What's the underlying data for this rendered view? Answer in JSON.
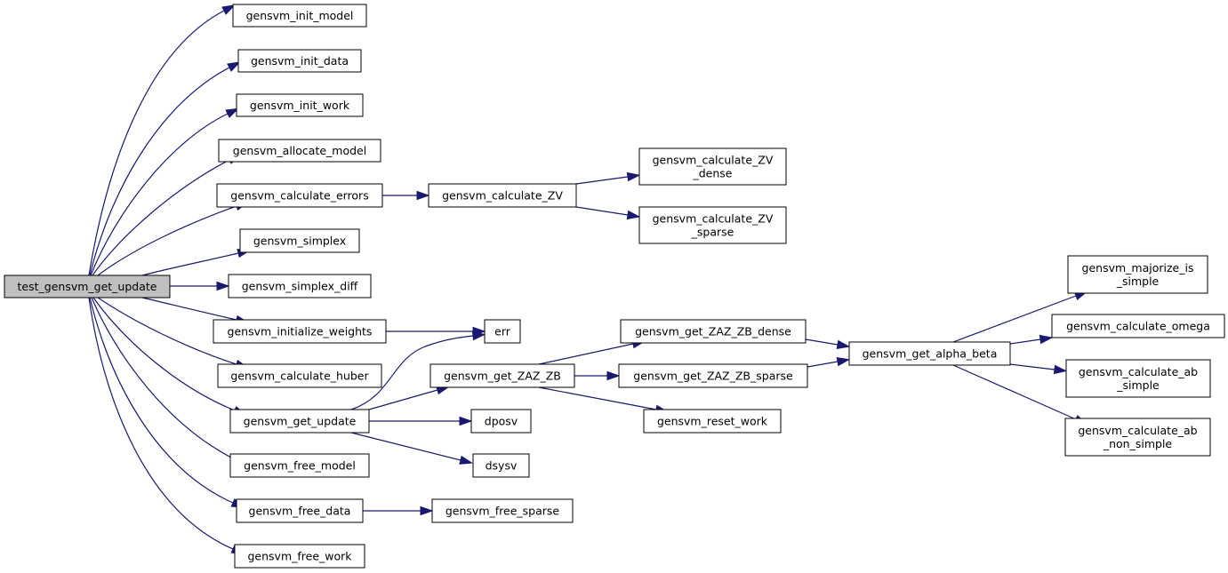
{
  "graph": {
    "edge_color": "#191970",
    "root_fill": "#bfbfbf",
    "nodes": [
      {
        "id": "test_gensvm_get_update",
        "lines": [
          "test_gensvm_get_update"
        ],
        "root": true
      },
      {
        "id": "gensvm_init_model",
        "lines": [
          "gensvm_init_model"
        ]
      },
      {
        "id": "gensvm_init_data",
        "lines": [
          "gensvm_init_data"
        ]
      },
      {
        "id": "gensvm_init_work",
        "lines": [
          "gensvm_init_work"
        ]
      },
      {
        "id": "gensvm_allocate_model",
        "lines": [
          "gensvm_allocate_model"
        ]
      },
      {
        "id": "gensvm_calculate_errors",
        "lines": [
          "gensvm_calculate_errors"
        ]
      },
      {
        "id": "gensvm_simplex",
        "lines": [
          "gensvm_simplex"
        ]
      },
      {
        "id": "gensvm_simplex_diff",
        "lines": [
          "gensvm_simplex_diff"
        ]
      },
      {
        "id": "gensvm_initialize_weights",
        "lines": [
          "gensvm_initialize_weights"
        ]
      },
      {
        "id": "gensvm_calculate_huber",
        "lines": [
          "gensvm_calculate_huber"
        ]
      },
      {
        "id": "gensvm_get_update",
        "lines": [
          "gensvm_get_update"
        ]
      },
      {
        "id": "gensvm_free_model",
        "lines": [
          "gensvm_free_model"
        ]
      },
      {
        "id": "gensvm_free_data",
        "lines": [
          "gensvm_free_data"
        ]
      },
      {
        "id": "gensvm_free_work",
        "lines": [
          "gensvm_free_work"
        ]
      },
      {
        "id": "gensvm_calculate_ZV",
        "lines": [
          "gensvm_calculate_ZV"
        ]
      },
      {
        "id": "gensvm_calculate_ZV_dense",
        "lines": [
          "gensvm_calculate_ZV",
          "_dense"
        ]
      },
      {
        "id": "gensvm_calculate_ZV_sparse",
        "lines": [
          "gensvm_calculate_ZV",
          "_sparse"
        ]
      },
      {
        "id": "err",
        "lines": [
          "err"
        ]
      },
      {
        "id": "gensvm_get_ZAZ_ZB",
        "lines": [
          "gensvm_get_ZAZ_ZB"
        ]
      },
      {
        "id": "dposv",
        "lines": [
          "dposv"
        ]
      },
      {
        "id": "dsysv",
        "lines": [
          "dsysv"
        ]
      },
      {
        "id": "gensvm_free_sparse",
        "lines": [
          "gensvm_free_sparse"
        ]
      },
      {
        "id": "gensvm_get_ZAZ_ZB_dense",
        "lines": [
          "gensvm_get_ZAZ_ZB_dense"
        ]
      },
      {
        "id": "gensvm_get_ZAZ_ZB_sparse",
        "lines": [
          "gensvm_get_ZAZ_ZB_sparse"
        ]
      },
      {
        "id": "gensvm_reset_work",
        "lines": [
          "gensvm_reset_work"
        ]
      },
      {
        "id": "gensvm_get_alpha_beta",
        "lines": [
          "gensvm_get_alpha_beta"
        ]
      },
      {
        "id": "gensvm_majorize_is_simple",
        "lines": [
          "gensvm_majorize_is",
          "_simple"
        ]
      },
      {
        "id": "gensvm_calculate_omega",
        "lines": [
          "gensvm_calculate_omega"
        ]
      },
      {
        "id": "gensvm_calculate_ab_simple",
        "lines": [
          "gensvm_calculate_ab",
          "_simple"
        ]
      },
      {
        "id": "gensvm_calculate_ab_non_simple",
        "lines": [
          "gensvm_calculate_ab",
          "_non_simple"
        ]
      }
    ],
    "edges": [
      [
        "test_gensvm_get_update",
        "gensvm_init_model"
      ],
      [
        "test_gensvm_get_update",
        "gensvm_init_data"
      ],
      [
        "test_gensvm_get_update",
        "gensvm_init_work"
      ],
      [
        "test_gensvm_get_update",
        "gensvm_allocate_model"
      ],
      [
        "test_gensvm_get_update",
        "gensvm_calculate_errors"
      ],
      [
        "test_gensvm_get_update",
        "gensvm_simplex"
      ],
      [
        "test_gensvm_get_update",
        "gensvm_simplex_diff"
      ],
      [
        "test_gensvm_get_update",
        "gensvm_initialize_weights"
      ],
      [
        "test_gensvm_get_update",
        "gensvm_calculate_huber"
      ],
      [
        "test_gensvm_get_update",
        "gensvm_get_update"
      ],
      [
        "test_gensvm_get_update",
        "gensvm_free_model"
      ],
      [
        "test_gensvm_get_update",
        "gensvm_free_data"
      ],
      [
        "test_gensvm_get_update",
        "gensvm_free_work"
      ],
      [
        "gensvm_calculate_errors",
        "gensvm_calculate_ZV"
      ],
      [
        "gensvm_calculate_ZV",
        "gensvm_calculate_ZV_dense"
      ],
      [
        "gensvm_calculate_ZV",
        "gensvm_calculate_ZV_sparse"
      ],
      [
        "gensvm_initialize_weights",
        "err"
      ],
      [
        "gensvm_get_update",
        "err"
      ],
      [
        "gensvm_get_update",
        "gensvm_get_ZAZ_ZB"
      ],
      [
        "gensvm_get_update",
        "dposv"
      ],
      [
        "gensvm_get_update",
        "dsysv"
      ],
      [
        "gensvm_free_data",
        "gensvm_free_sparse"
      ],
      [
        "gensvm_get_ZAZ_ZB",
        "gensvm_get_ZAZ_ZB_dense"
      ],
      [
        "gensvm_get_ZAZ_ZB",
        "gensvm_get_ZAZ_ZB_sparse"
      ],
      [
        "gensvm_get_ZAZ_ZB",
        "gensvm_reset_work"
      ],
      [
        "gensvm_get_ZAZ_ZB_dense",
        "gensvm_get_alpha_beta"
      ],
      [
        "gensvm_get_ZAZ_ZB_sparse",
        "gensvm_get_alpha_beta"
      ],
      [
        "gensvm_get_alpha_beta",
        "gensvm_majorize_is_simple"
      ],
      [
        "gensvm_get_alpha_beta",
        "gensvm_calculate_omega"
      ],
      [
        "gensvm_get_alpha_beta",
        "gensvm_calculate_ab_simple"
      ],
      [
        "gensvm_get_alpha_beta",
        "gensvm_calculate_ab_non_simple"
      ]
    ]
  }
}
